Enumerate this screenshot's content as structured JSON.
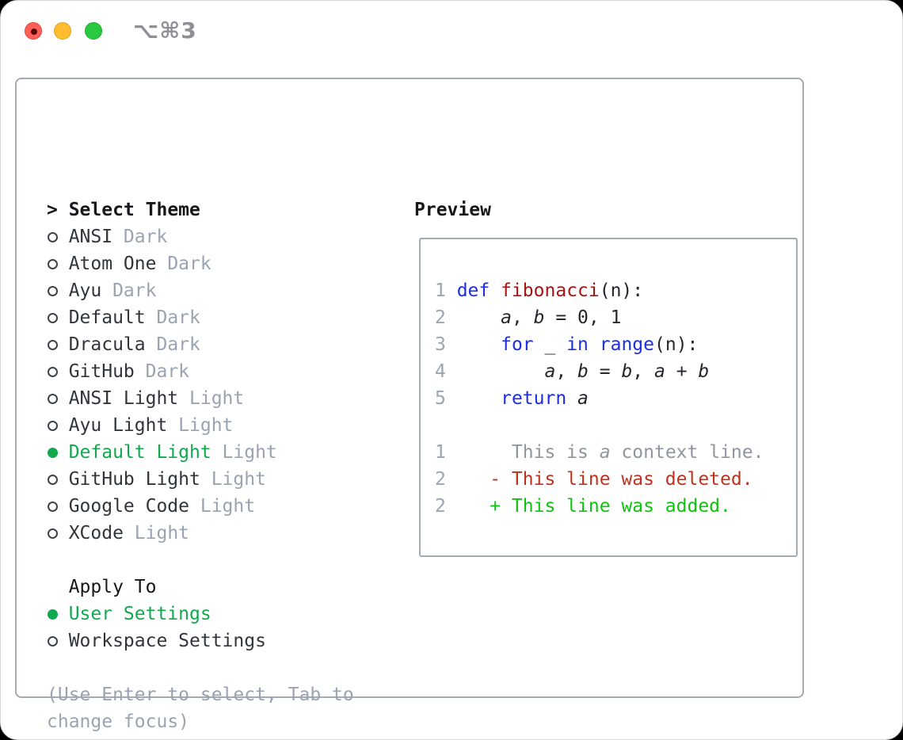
{
  "window": {
    "title": "⌥⌘3"
  },
  "colors": {
    "keyword": "#1d2ee0",
    "function": "#a31515",
    "added": "#0fc40f",
    "deleted": "#c0321d",
    "context": "#8e969f",
    "line-number": "#9aa5b3",
    "selected-green": "#10a94e",
    "muted-gray": "#9aa3b1",
    "text-dark": "#23272d",
    "border-gray": "#a3aab6",
    "traffic-red": "#ff5f57",
    "traffic-yellow": "#febc2e",
    "traffic-green": "#28c840"
  },
  "theme_panel": {
    "title_prefix": ">",
    "title": "Select Theme",
    "items": [
      {
        "name": "ANSI",
        "variant": "Dark",
        "selected": false
      },
      {
        "name": "Atom One",
        "variant": "Dark",
        "selected": false
      },
      {
        "name": "Ayu",
        "variant": "Dark",
        "selected": false
      },
      {
        "name": "Default",
        "variant": "Dark",
        "selected": false
      },
      {
        "name": "Dracula",
        "variant": "Dark",
        "selected": false
      },
      {
        "name": "GitHub",
        "variant": "Dark",
        "selected": false
      },
      {
        "name": "ANSI Light",
        "variant": "Light",
        "selected": false
      },
      {
        "name": "Ayu Light",
        "variant": "Light",
        "selected": false
      },
      {
        "name": "Default Light",
        "variant": "Light",
        "selected": true
      },
      {
        "name": "GitHub Light",
        "variant": "Light",
        "selected": false
      },
      {
        "name": "Google Code",
        "variant": "Light",
        "selected": false
      },
      {
        "name": "XCode",
        "variant": "Light",
        "selected": false
      }
    ],
    "apply_to": {
      "title": "Apply To",
      "options": [
        {
          "label": "User Settings",
          "selected": true
        },
        {
          "label": "Workspace Settings",
          "selected": false
        }
      ]
    },
    "hint": "(Use Enter to select, Tab to\nchange focus)"
  },
  "preview": {
    "title": "Preview",
    "rows": [
      {
        "num": "1",
        "tokens": [
          {
            "t": " ",
            "c": "p"
          },
          {
            "t": "def",
            "c": "k"
          },
          {
            "t": " ",
            "c": "p"
          },
          {
            "t": "fibonacci",
            "c": "f"
          },
          {
            "t": "(n):",
            "c": "p"
          }
        ]
      },
      {
        "num": "2",
        "tokens": [
          {
            "t": "     ",
            "c": "p"
          },
          {
            "t": "a",
            "c": "v"
          },
          {
            "t": ", ",
            "c": "p"
          },
          {
            "t": "b",
            "c": "v"
          },
          {
            "t": " = 0, 1",
            "c": "p"
          }
        ]
      },
      {
        "num": "3",
        "tokens": [
          {
            "t": "     ",
            "c": "p"
          },
          {
            "t": "for",
            "c": "k"
          },
          {
            "t": " _ ",
            "c": "p"
          },
          {
            "t": "in",
            "c": "k"
          },
          {
            "t": " ",
            "c": "p"
          },
          {
            "t": "range",
            "c": "k"
          },
          {
            "t": "(n):",
            "c": "p"
          }
        ]
      },
      {
        "num": "4",
        "tokens": [
          {
            "t": "         ",
            "c": "p"
          },
          {
            "t": "a",
            "c": "v"
          },
          {
            "t": ", ",
            "c": "p"
          },
          {
            "t": "b",
            "c": "v"
          },
          {
            "t": " = ",
            "c": "p"
          },
          {
            "t": "b",
            "c": "v"
          },
          {
            "t": ", ",
            "c": "p"
          },
          {
            "t": "a",
            "c": "v"
          },
          {
            "t": " + ",
            "c": "p"
          },
          {
            "t": "b",
            "c": "v"
          }
        ]
      },
      {
        "num": "5",
        "tokens": [
          {
            "t": "     ",
            "c": "p"
          },
          {
            "t": "return",
            "c": "k"
          },
          {
            "t": " ",
            "c": "p"
          },
          {
            "t": "a",
            "c": "v"
          }
        ]
      },
      {
        "num": "",
        "tokens": []
      },
      {
        "num": "1",
        "tokens": [
          {
            "t": "      This is ",
            "c": "ctx"
          },
          {
            "t": "a",
            "c": "ctxv"
          },
          {
            "t": " context line.",
            "c": "ctx"
          }
        ]
      },
      {
        "num": "2",
        "tokens": [
          {
            "t": "    ",
            "c": "p"
          },
          {
            "t": "- This line was deleted.",
            "c": "del"
          }
        ]
      },
      {
        "num": "2",
        "tokens": [
          {
            "t": "    ",
            "c": "p"
          },
          {
            "t": "+ This line was added.",
            "c": "add"
          }
        ]
      }
    ]
  }
}
